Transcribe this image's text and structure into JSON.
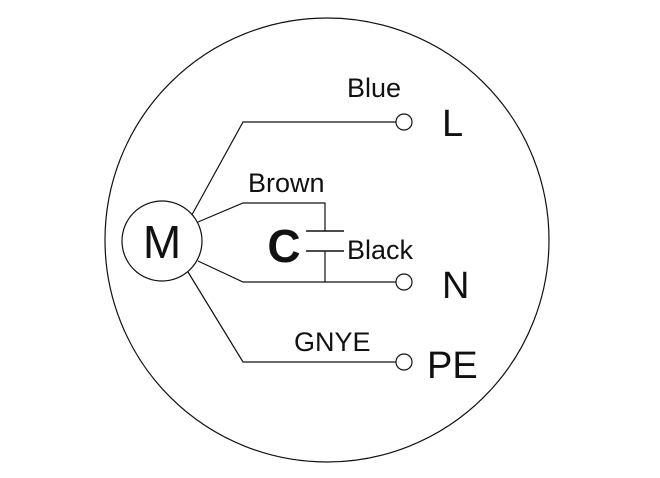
{
  "motor": {
    "label": "M"
  },
  "capacitor": {
    "label": "C"
  },
  "wires": {
    "blue": "Blue",
    "brown": "Brown",
    "black": "Black",
    "gnye": "GNYE"
  },
  "terminals": {
    "line": "L",
    "neutral": "N",
    "earth": "PE"
  },
  "colors": {
    "stroke": "#111111",
    "background": "#ffffff"
  }
}
